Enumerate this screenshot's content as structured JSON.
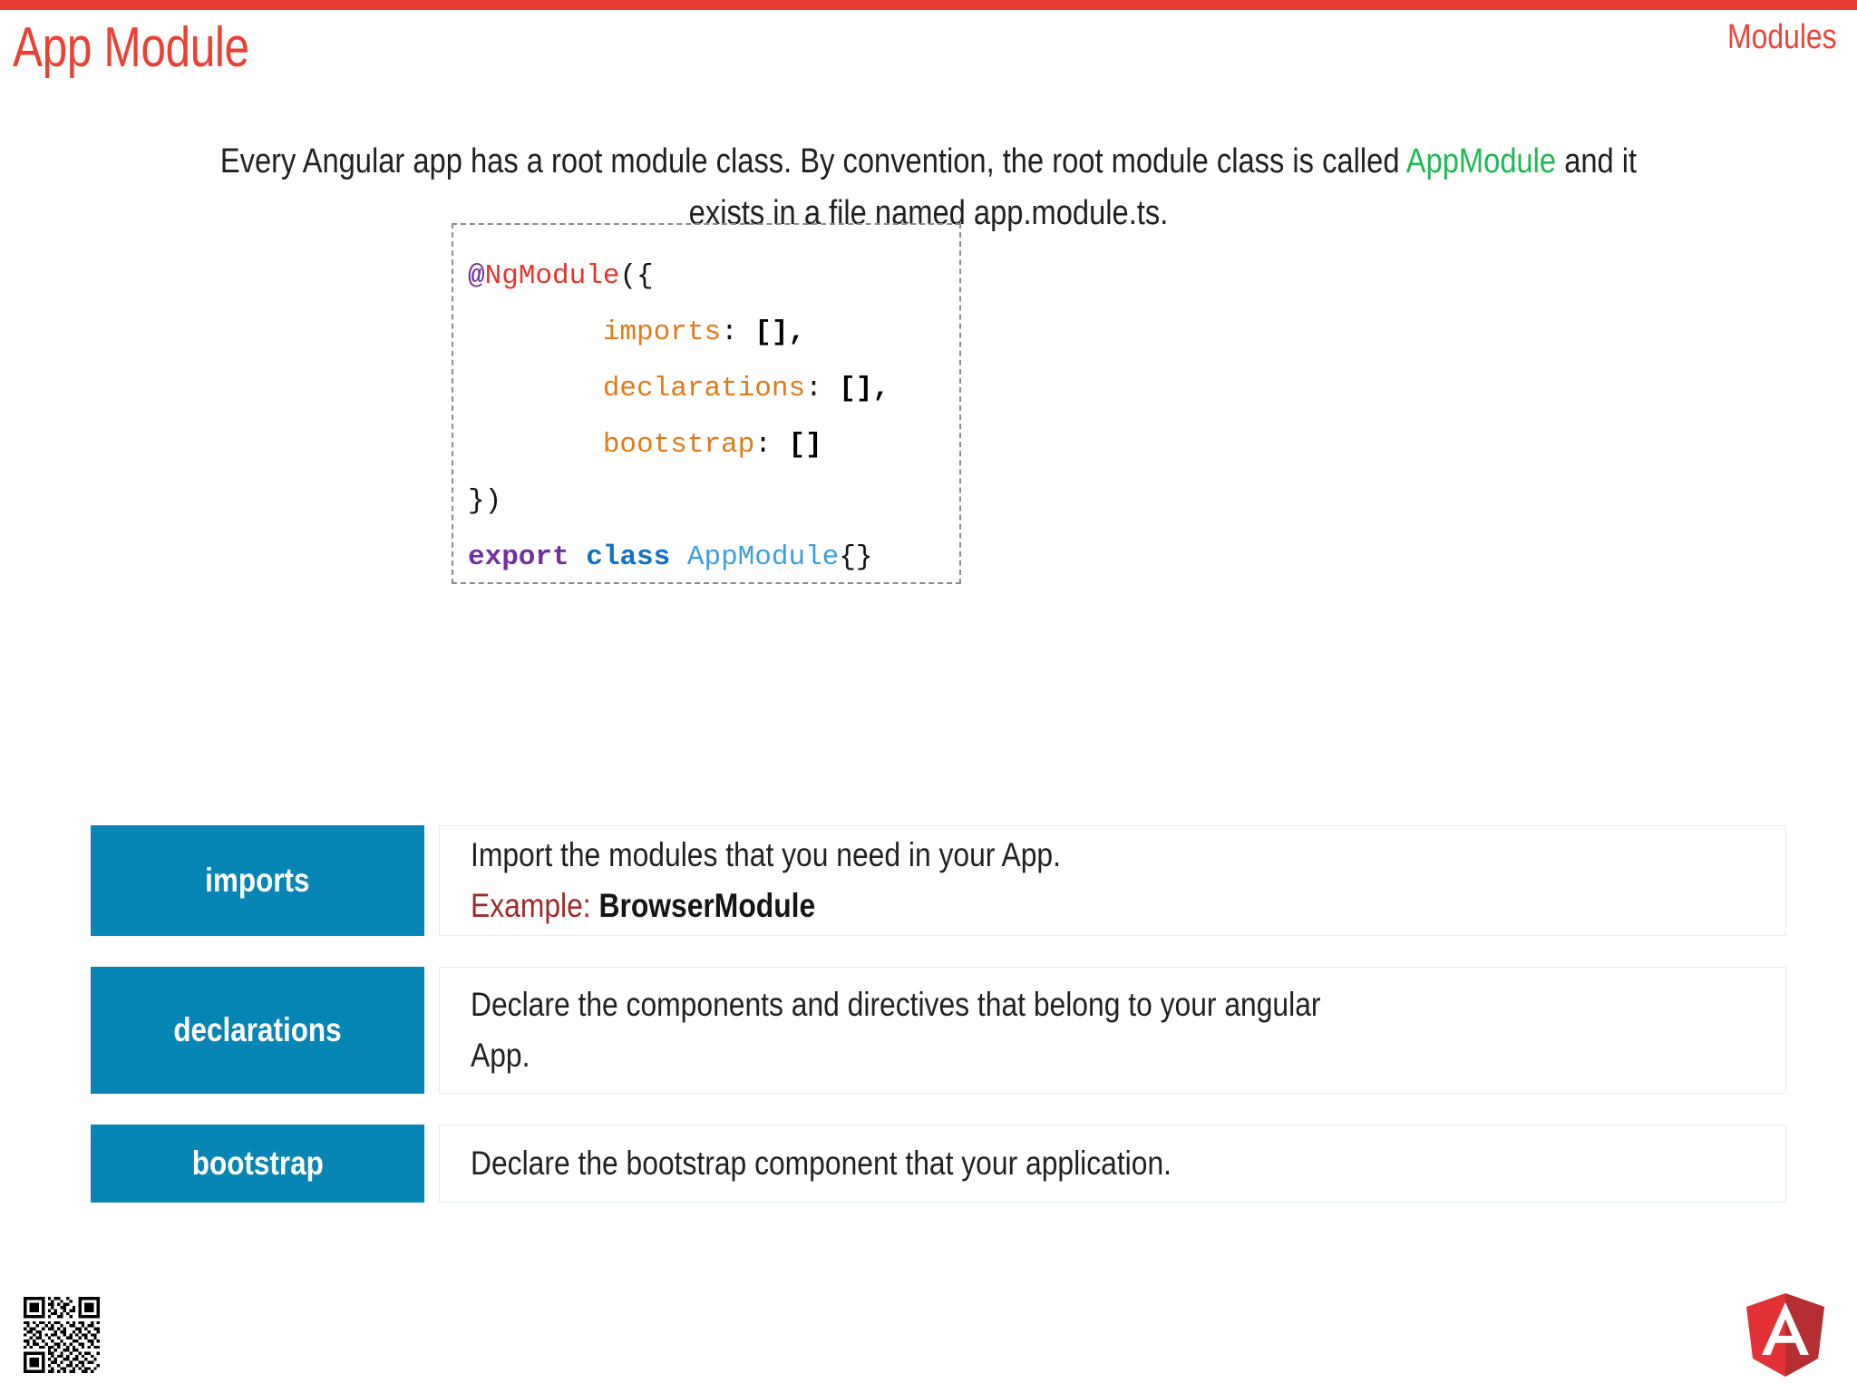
{
  "slide": {
    "title": "App Module",
    "section_label": "Modules",
    "accent_red": "#eb4034",
    "top_bar_color": "#ea3c33",
    "key_box_color": "#0785b5",
    "highlight_green": "#1db954"
  },
  "intro": {
    "part1": "Every Angular app has a root module class. By convention, the root module class is called ",
    "highlight": "AppModule",
    "part2": " and it exists in a file named app.module.ts."
  },
  "code": {
    "line1": {
      "at": "@",
      "decorator": "NgModule",
      "punct": "({"
    },
    "line2": {
      "indent": "        ",
      "prop": "imports",
      "colon": ": ",
      "value": "[],"
    },
    "line3": {
      "indent": "        ",
      "prop": "declarations",
      "colon": ": ",
      "value": "[],"
    },
    "line4": {
      "indent": "        ",
      "prop": "bootstrap",
      "colon": ": ",
      "value": "[]"
    },
    "line5": {
      "punct": "})"
    },
    "line6": {
      "export": "export",
      "class": "class",
      "name": "AppModule",
      "braces": "{}"
    }
  },
  "rows": [
    {
      "key": "imports",
      "line1": "Import the modules that you need in your App.",
      "example_label": "Example:",
      "example_value": "BrowserModule"
    },
    {
      "key": "declarations",
      "line1": "Declare the components and directives that belong to your angular",
      "line2": "App."
    },
    {
      "key": "bootstrap",
      "line1": "Declare the bootstrap component that your application."
    }
  ],
  "footer": {
    "qr_icon": "qr-code-icon",
    "logo_icon": "angular-logo-icon"
  }
}
